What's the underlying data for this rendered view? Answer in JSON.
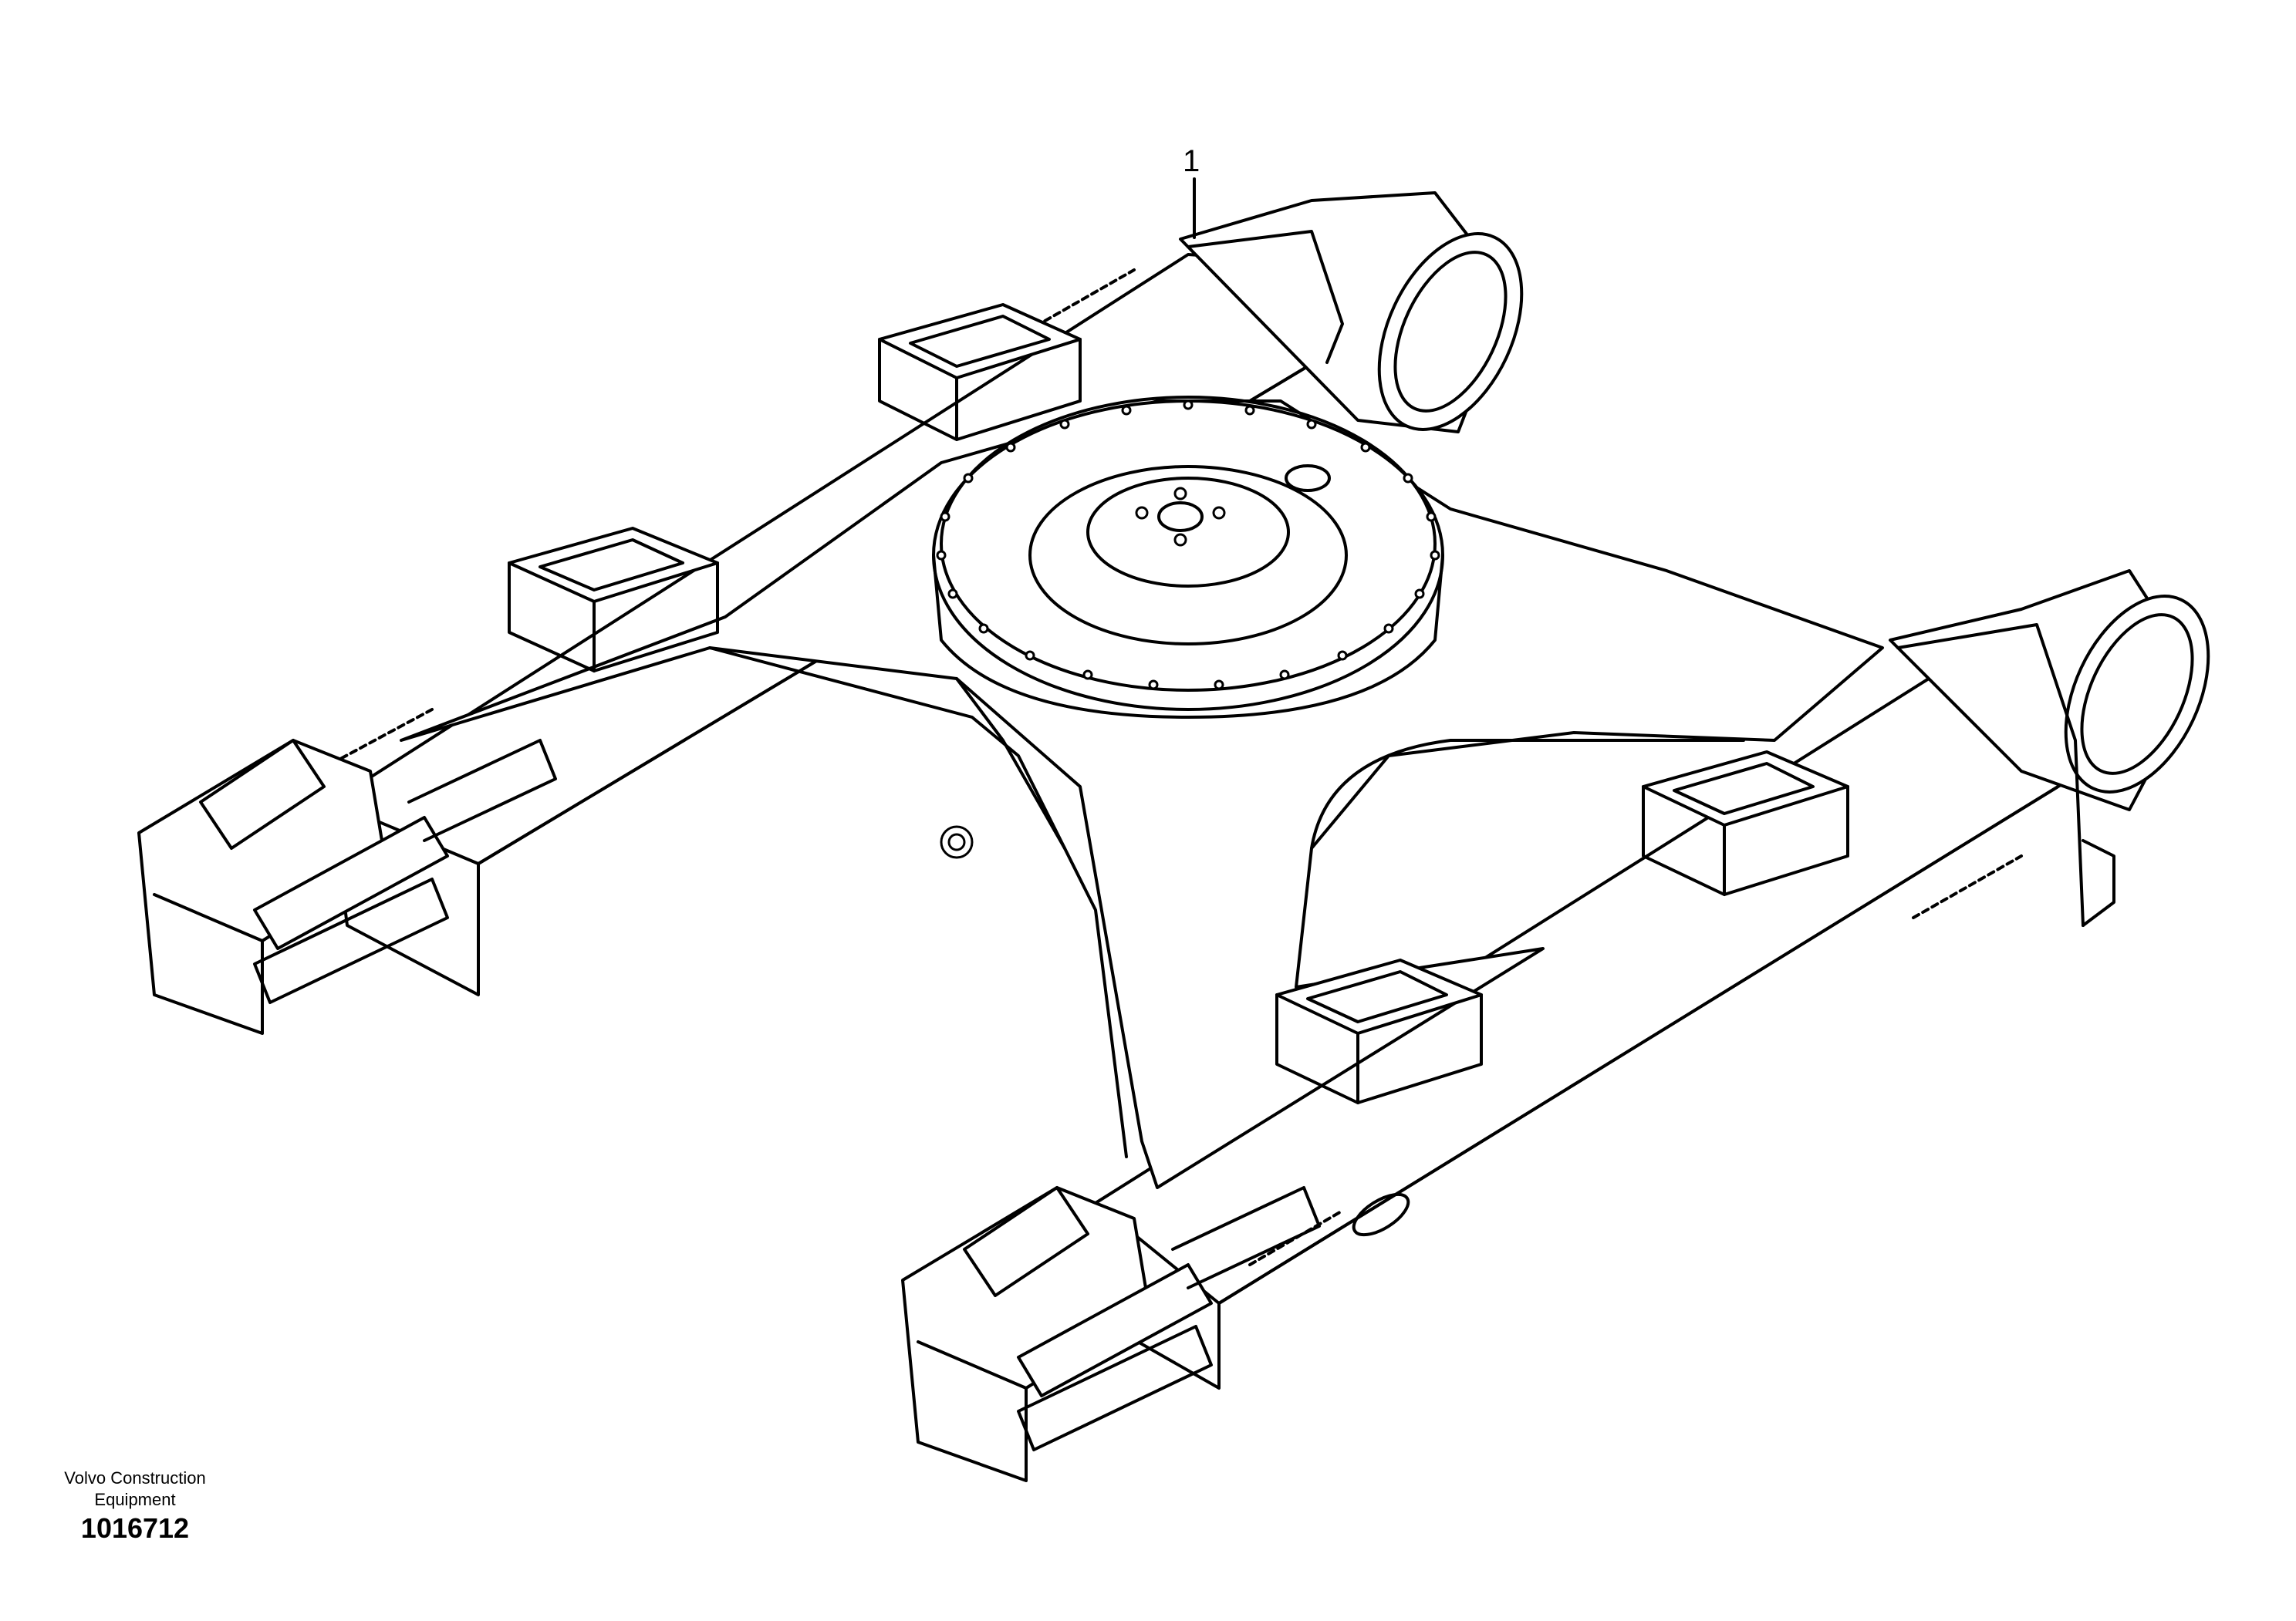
{
  "callouts": [
    {
      "label": "1"
    }
  ],
  "caption": {
    "maker_line1": "Volvo Construction",
    "maker_line2": "Equipment",
    "drawing_number": "1016712"
  },
  "colors": {
    "line": "#000000",
    "background": "#ffffff"
  }
}
